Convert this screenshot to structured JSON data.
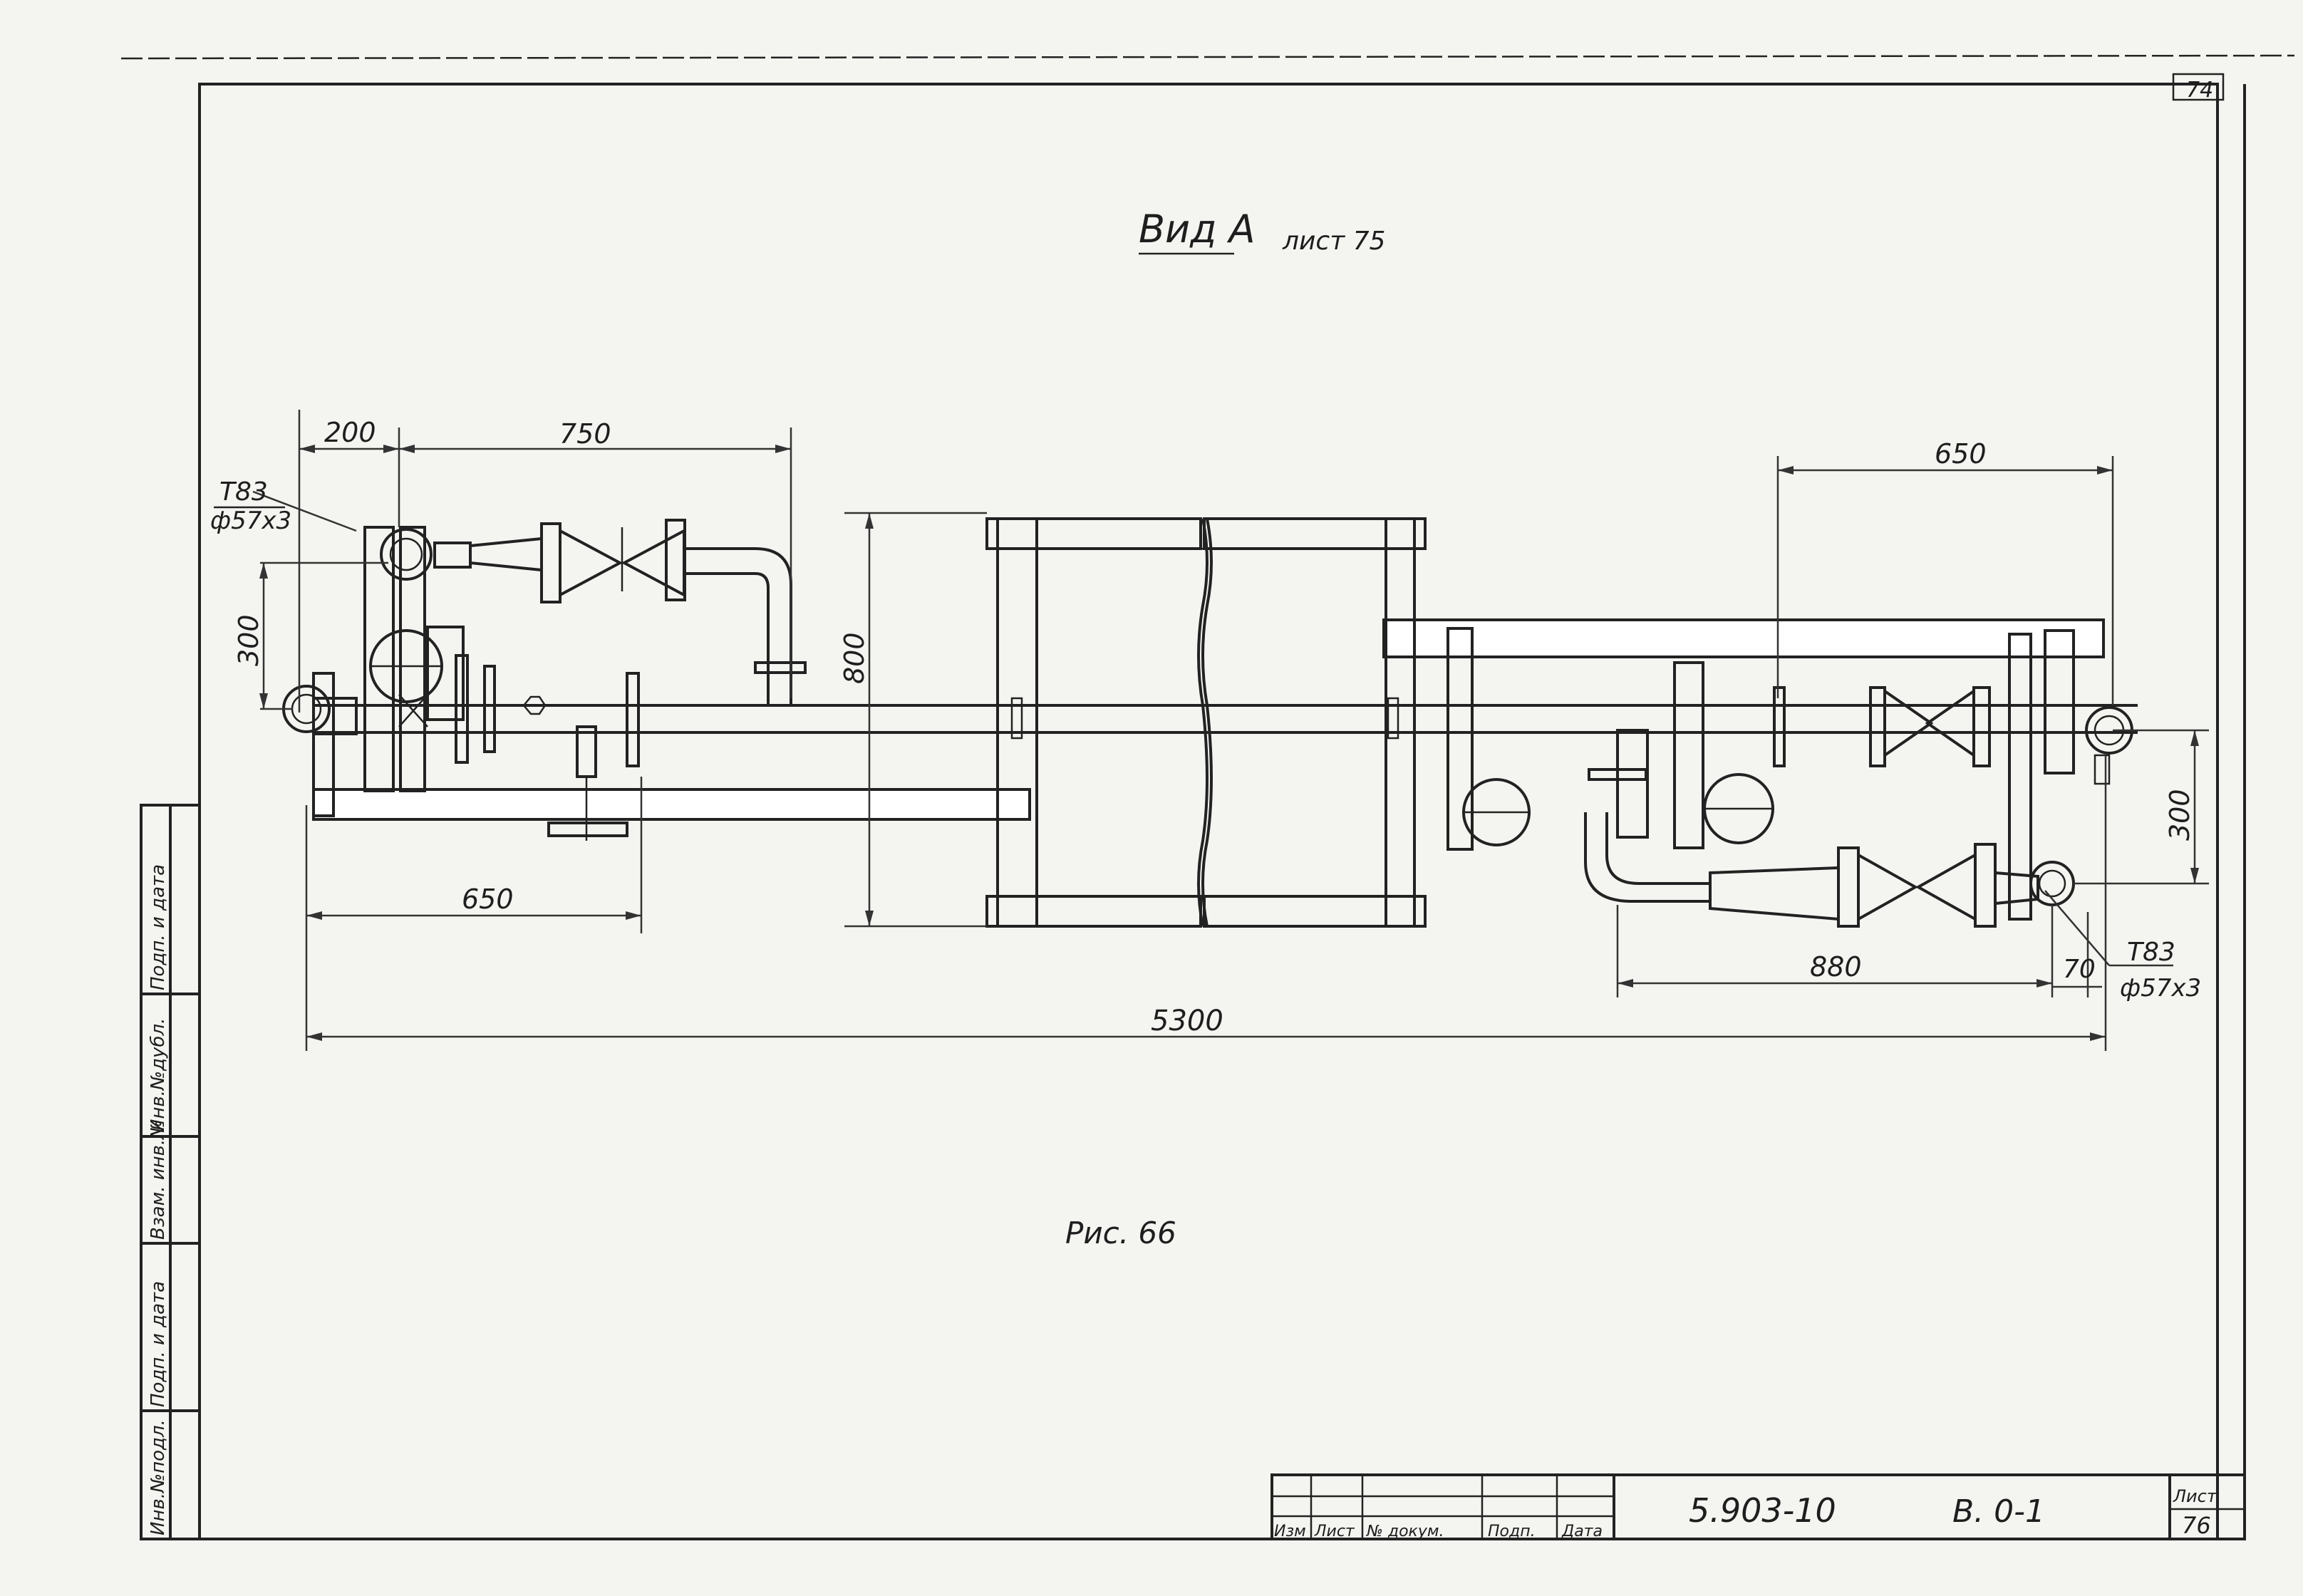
{
  "sheet": {
    "page_number_top": "74",
    "view_title": "Вид А",
    "view_ref": "лист 75",
    "figure_caption": "Рис. 66"
  },
  "callouts": {
    "left_tag": "Т83",
    "left_pipe": "ф57х3",
    "right_tag": "Т83",
    "right_pipe": "ф57х3"
  },
  "dimensions": {
    "d200": "200",
    "d750": "750",
    "d650_top": "650",
    "d300_left": "300",
    "d800": "800",
    "d650_bottom": "650",
    "d300_right": "300",
    "d880": "880",
    "d70": "70",
    "d5300": "5300"
  },
  "side_stamp": {
    "col1": "Инв.№подл.",
    "col2": "Подп. и дата",
    "col3": "Взам. инв.№",
    "col4": "Инв.№дубл.",
    "col5": "Подп. и дата"
  },
  "title_block": {
    "h_izm": "Изм",
    "h_list": "Лист",
    "h_doc": "№ докум.",
    "h_podp": "Подп.",
    "h_data": "Дата",
    "doc_code": "5.903-10",
    "doc_sheet": "В. 0-1",
    "list_label": "Лист",
    "list_number": "76"
  }
}
